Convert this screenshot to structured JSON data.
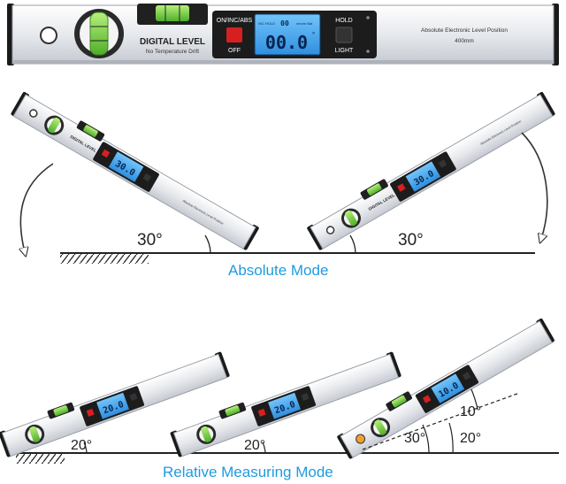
{
  "top_level": {
    "brand": "DIGITAL LEVEL",
    "subtitle": "No Temperature Drift",
    "power_label": "ON/INC/ABS",
    "off_label": "OFF",
    "hold_label": "HOLD",
    "light_label": "LIGHT",
    "lcd_small_left": "INC HOLD",
    "lcd_small_value": "00",
    "lcd_small_right": "mm/m Bat",
    "lcd_main": "00.0",
    "lcd_unit": "°",
    "product_line": "Absolute Electronic Level Position",
    "length": "400mm"
  },
  "absolute_mode": {
    "label": "Absolute Mode",
    "left_angle": "30°",
    "right_angle": "30°",
    "left_reading": "30.0",
    "right_reading": "30.0"
  },
  "relative_mode": {
    "label": "Relative Measuring Mode",
    "left_angle": "20°",
    "middle_angle": "20°",
    "right_angle_total": "30°",
    "right_angle_small": "10°",
    "right_angle_base": "20°",
    "left_reading": "20.0",
    "middle_reading": "20.0",
    "right_reading": "10.0"
  },
  "colors": {
    "lcd_blue": "#3fa8ee",
    "label_blue": "#1e9be0",
    "body_silver": "#e8eaee",
    "button_red": "#d62020",
    "bubble_green": "#6fcf3a"
  }
}
